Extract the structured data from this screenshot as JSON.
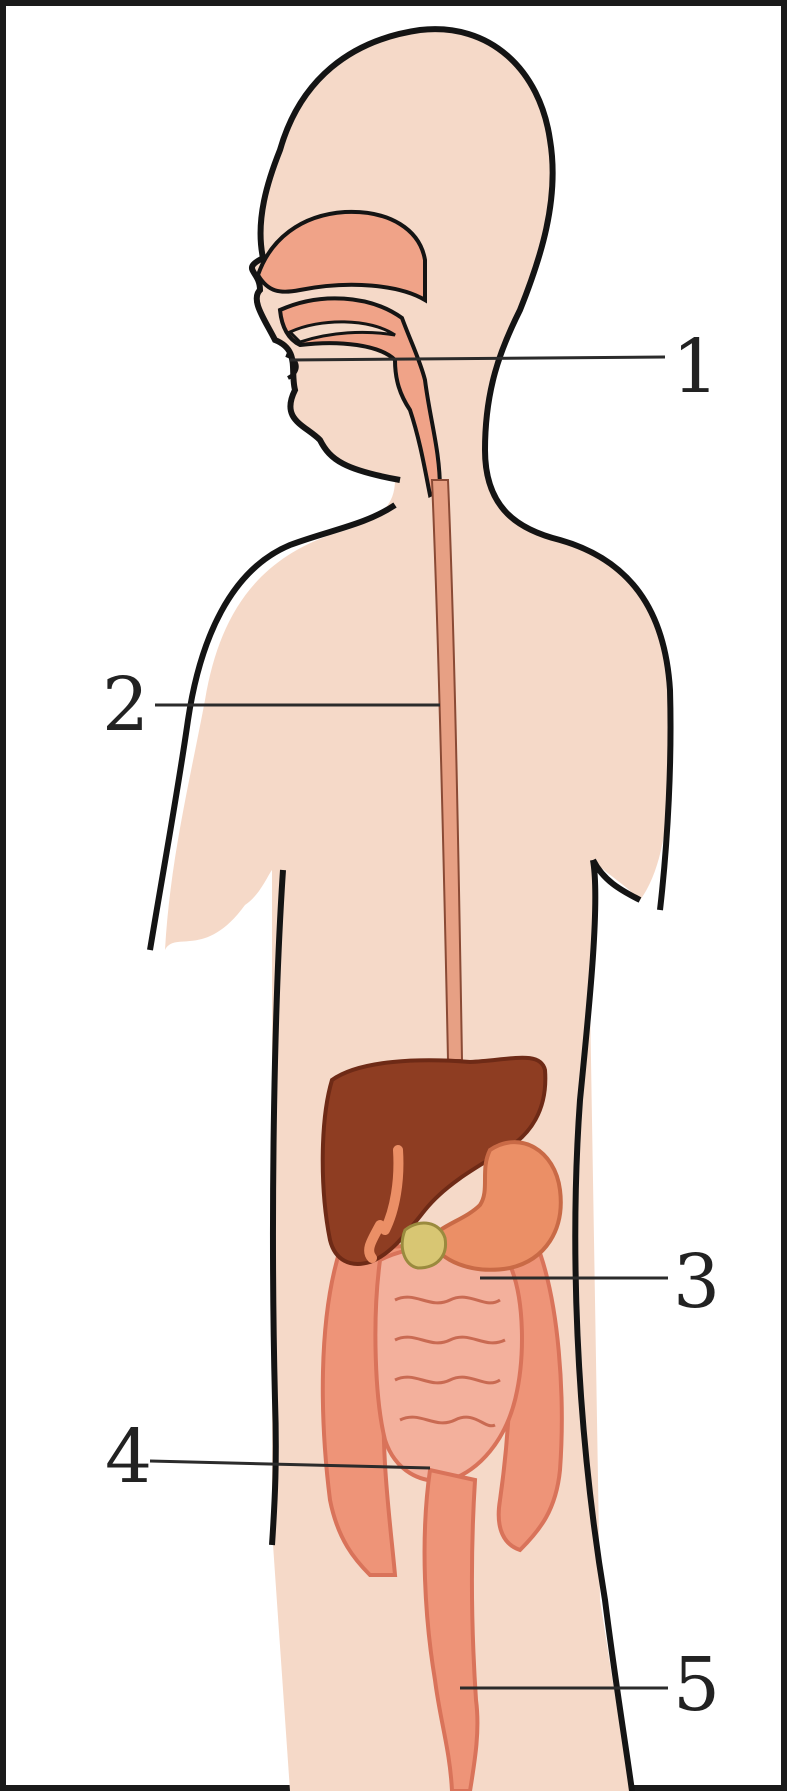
{
  "diagram": {
    "labels": [
      {
        "id": "1",
        "text": "1"
      },
      {
        "id": "2",
        "text": "2"
      },
      {
        "id": "3",
        "text": "3"
      },
      {
        "id": "4",
        "text": "4"
      },
      {
        "id": "5",
        "text": "5"
      }
    ],
    "colors": {
      "skin": "#f5d9c8",
      "outline": "#141414",
      "oral_cavity": "#f0a388",
      "esophagus": "#e7a084",
      "liver": "#8e3d22",
      "liver_dark": "#6e2a16",
      "stomach": "#eb8f66",
      "gallbladder": "#d8c673",
      "intestine": "#f3b09c",
      "intestine_outline": "#d9735a",
      "large_intestine": "#ee9478"
    },
    "parts": [
      "head-outline",
      "body-outline",
      "oral-cavity",
      "esophagus",
      "liver",
      "stomach",
      "gallbladder",
      "small-intestine",
      "large-intestine",
      "rectum"
    ]
  }
}
